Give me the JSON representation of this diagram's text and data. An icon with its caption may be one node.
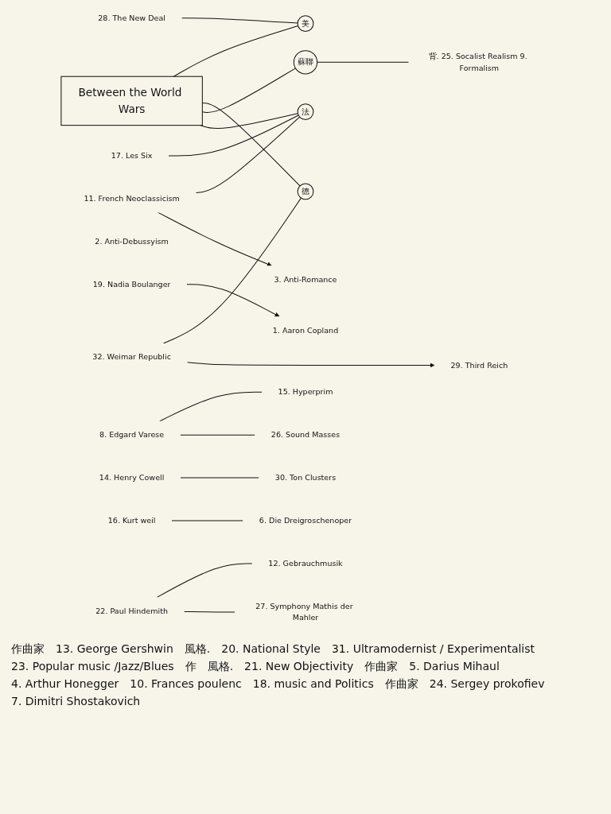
{
  "diagram": {
    "nodes": [
      {
        "text": [
          "Between the World Wars"
        ]
      },
      {
        "text": [
          "美"
        ]
      },
      {
        "text": [
          "28. The New Deal"
        ]
      },
      {
        "text": [
          "德"
        ]
      },
      {
        "text": [
          "32. Weimar Republic"
        ]
      },
      {
        "text": [
          "29. Third Reich"
        ]
      },
      {
        "text": [
          "法"
        ]
      },
      {
        "text": [
          "11. French Neoclassicism"
        ]
      },
      {
        "text": [
          "3. Anti-Romance"
        ]
      },
      {
        "text": [
          "2. Anti-Debussyism"
        ]
      },
      {
        "text": [
          "17. Les Six"
        ]
      },
      {
        "text": [
          "蘇聯"
        ]
      },
      {
        "text": [
          "背. 25. Socalist Realism 9. Formalism"
        ]
      },
      {
        "text": [
          "1. Aaron Copland"
        ]
      },
      {
        "text": [
          "8. Edgard Varese"
        ]
      },
      {
        "text": [
          "15. Hyperprim"
        ]
      },
      {
        "text": [
          "26. Sound Masses"
        ]
      },
      {
        "text": [
          "14. Henry Cowell"
        ]
      },
      {
        "text": [
          "30. Ton Clusters"
        ]
      },
      {
        "text": [
          "16. Kurt weil"
        ]
      },
      {
        "text": [
          "6. Die Dreigroschenoper"
        ]
      },
      {
        "text": [
          "22. Paul Hindemith"
        ]
      },
      {
        "text": [
          "12. Gebrauchmusik"
        ]
      },
      {
        "text": [
          "27. Symphony Mathis der Mahler"
        ]
      },
      {
        "text": [
          "19. Nadia Boulanger"
        ]
      }
    ],
    "edges": [
      {
        "from": 0,
        "to": 1,
        "arrow": "none"
      },
      {
        "from": 0,
        "to": 3,
        "arrow": "none"
      },
      {
        "from": 0,
        "to": 11,
        "arrow": "none"
      },
      {
        "from": 0,
        "to": 6,
        "arrow": "none"
      },
      {
        "from": 2,
        "to": 1,
        "arrow": "none"
      },
      {
        "from": 4,
        "to": 3,
        "arrow": "none"
      },
      {
        "from": 4,
        "to": 5,
        "arrow": "to"
      },
      {
        "from": 7,
        "to": 6,
        "arrow": "none"
      },
      {
        "from": 7,
        "to": 8,
        "arrow": "to"
      },
      {
        "from": 10,
        "to": 6,
        "arrow": "none"
      },
      {
        "from": 11,
        "to": 12,
        "arrow": "none"
      },
      {
        "from": 14,
        "to": 15,
        "arrow": "none"
      },
      {
        "from": 14,
        "to": 16,
        "arrow": "none"
      },
      {
        "from": 17,
        "to": 18,
        "arrow": "none"
      },
      {
        "from": 19,
        "to": 20,
        "arrow": "none"
      },
      {
        "from": 21,
        "to": 22,
        "arrow": "none"
      },
      {
        "from": 21,
        "to": 23,
        "arrow": "none"
      },
      {
        "from": 24,
        "to": 13,
        "arrow": "to"
      }
    ],
    "labels": [
      "作曲家",
      "13. George Gershwin",
      "風格.",
      "20. National Style",
      "31. Ultramodernist / Experimentalist",
      "23. Popular music /Jazz/Blues",
      "作",
      "風格.",
      "21. New Objectivity",
      "作曲家",
      "5. Darius Mihaul",
      "4. Arthur Honegger",
      "10. Frances poulenc",
      "18. music and Politics",
      "作曲家",
      "24. Sergey prokofiev",
      "7. Dimitri Shostakovich"
    ]
  }
}
